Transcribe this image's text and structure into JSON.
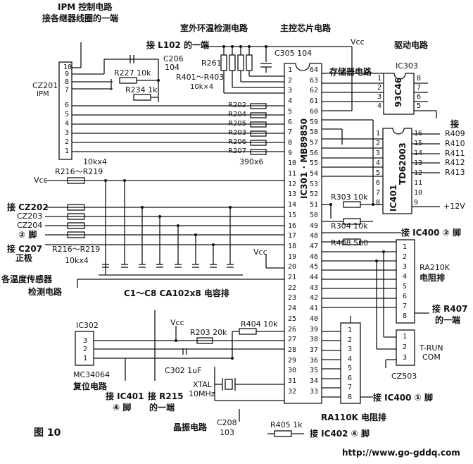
{
  "title_top": {
    "ipm_ctrl": "IPM 控制电路",
    "relay_coil": "接各继器线圈的一端",
    "outdoor_temp": "室外环温检测电路",
    "main_chip": "主控芯片电路",
    "drive": "驱动电路",
    "l102": "接 L102 的一端",
    "storage": "存储器电路"
  },
  "cz201": {
    "name": "CZ201",
    "sub": "IPM",
    "pins": [
      "10",
      "9",
      "8",
      "7",
      "6",
      "5",
      "4",
      "3",
      "2",
      "1"
    ]
  },
  "parts": {
    "c206": "C206",
    "c206v": "104",
    "r227": "R227  10k",
    "r234": "R234  1k",
    "r261": "R261",
    "r401": "R401～R403",
    "r401v": "10k×4",
    "c305": "C305  104",
    "vcc": "Vcc",
    "r202_list": [
      "R202",
      "R204",
      "R205",
      "R203",
      "R206",
      "R207"
    ],
    "r390": "390x6",
    "r10kx4": "10kx4",
    "r216a": "R216～R219",
    "r216b": "R216～R219",
    "r10kx4b": "10kx4",
    "r303": "R303  10k",
    "r304": "R304  10k",
    "r408": "R408  560",
    "r404": "R404  10k",
    "r203": "R203  20k",
    "c302": "C302  1uF",
    "xtal": "XTAL",
    "xtal_f": "10MHz",
    "c208": "C208",
    "c208v": "103",
    "r405": "R405  1k",
    "caps": "C1～C8  CA102x8 电容排"
  },
  "ic301": {
    "name": "IC301 · MB89850",
    "left_pins": [
      "1",
      "2",
      "3",
      "4",
      "5",
      "6",
      "7",
      "8",
      "9",
      "10",
      "11",
      "12",
      "13",
      "14",
      "15",
      "16",
      "17",
      "18",
      "19",
      "20",
      "21",
      "22",
      "23",
      "24",
      "25",
      "26",
      "27",
      "28",
      "29",
      "30",
      "31",
      "32"
    ],
    "right_pins": [
      "64",
      "63",
      "62",
      "61",
      "60",
      "59",
      "58",
      "57",
      "56",
      "55",
      "54",
      "53",
      "52",
      "51",
      "50",
      "49",
      "48",
      "47",
      "46",
      "45",
      "44",
      "43",
      "42",
      "41",
      "40",
      "39",
      "38",
      "37",
      "36",
      "35",
      "34",
      "33"
    ]
  },
  "ic303": {
    "name": "IC303",
    "chip": "93C46",
    "lpins": [
      "1",
      "2",
      "3",
      "4"
    ],
    "rpins": [
      "8",
      "7",
      "6",
      "5"
    ]
  },
  "ic401": {
    "name": "IC401",
    "chip": "TD62003",
    "lpins": [
      "1",
      "2",
      "3",
      "4",
      "5",
      "6",
      "7",
      "8"
    ],
    "rpins": [
      "16",
      "15",
      "14",
      "13",
      "12",
      "11",
      "10",
      "9"
    ]
  },
  "right_labels": {
    "jie": "接",
    "r409": "R409",
    "r410": "R410",
    "r411": "R411",
    "r412": "R412",
    "r413": "R413",
    "plus12": "+12V"
  },
  "left_labels": {
    "cz202": "接 CZ202",
    "cz203": "CZ203",
    "cz204": "CZ204",
    "pin2": "② 脚",
    "cz207": "接 C207",
    "zhengji": "正极",
    "temp_sensor": "各温度传感器",
    "detect": "检测电路"
  },
  "ic400_2": "接 IC400 ② 脚",
  "ra210k": {
    "name": "RA210K",
    "sub": "电阻排",
    "pins": [
      "1",
      "2",
      "3",
      "4",
      "5",
      "6",
      "7",
      "8"
    ]
  },
  "r407": {
    "l1": "接 R407",
    "l2": "的一端"
  },
  "cz503": {
    "name": "CZ503",
    "title": "T-RUN",
    "title2": "COM",
    "pins": [
      "1",
      "2",
      "3"
    ]
  },
  "ra110k": {
    "name": "RA110K 电阻排",
    "pins": [
      "1",
      "2",
      "3",
      "4",
      "5",
      "6",
      "7",
      "8"
    ]
  },
  "ic400_1": "接 IC400 ① 脚",
  "ic302": {
    "name": "IC302",
    "chip": "MC34064",
    "reset": "复位电路",
    "pins": [
      "3",
      "2",
      "1"
    ]
  },
  "bottom": {
    "ic401_4": "接 IC401",
    "ic401_4b": "④ 脚",
    "r215": "接 R215",
    "r215b": "的一端",
    "crystal": "晶振电路",
    "ic402": "接 IC402 ④ 脚",
    "fig": "图 10",
    "url": "http://www.go-gddq.com"
  }
}
